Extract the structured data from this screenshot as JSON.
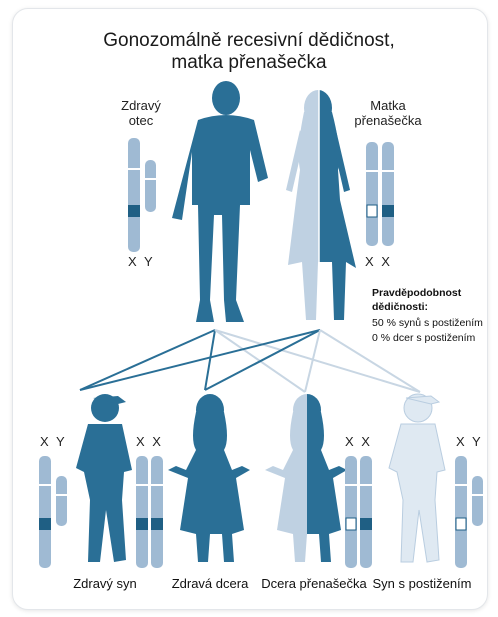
{
  "title": {
    "line1": "Gonozomálně recesivní dědičnost,",
    "line2": "matka přenašečka"
  },
  "parents": {
    "father": {
      "line1": "Zdravý",
      "line2": "otec",
      "chromosomes": "X Y"
    },
    "mother": {
      "line1": "Matka",
      "line2": "přenašečka",
      "chromosomes": "X X"
    }
  },
  "probability": {
    "heading1": "Pravděpodobnost",
    "heading2": "dědičnosti:",
    "sons": "50 % synů s postižením",
    "daughters": "0 % dcer s postižením"
  },
  "children": [
    {
      "caption": "Zdravý syn",
      "chromosomes": "X Y"
    },
    {
      "caption": "Zdravá dcera",
      "chromosomes": "X X"
    },
    {
      "caption": "Dcera přenašečka",
      "chromosomes": "X X"
    },
    {
      "caption": "Syn s postižením",
      "chromosomes": "X Y"
    }
  ],
  "colors": {
    "dark_blue": "#2a6f96",
    "light_blue": "#bfd1e2",
    "chromosome_fill": "#9fbad3",
    "gene_dark": "#1f5f84",
    "line_light": "#c8d6e3"
  }
}
